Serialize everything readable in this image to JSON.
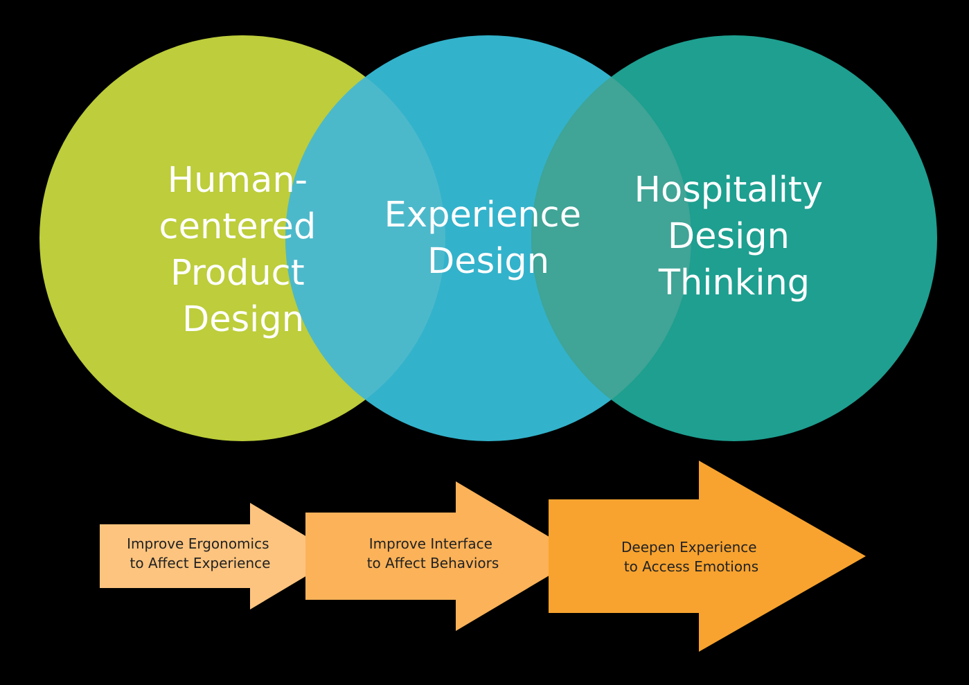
{
  "colors": {
    "background": "#000000",
    "circle_left": "#bdcd3b",
    "circle_middle": "#33b2cb",
    "circle_right": "#1e9f90",
    "overlap_left_middle": "#4cb9cb",
    "overlap_middle_right": "#40a496",
    "arrow_1": "#fdc47f",
    "arrow_2": "#fbb259",
    "arrow_3": "#f8a32f",
    "circle_text": "#ffffff",
    "arrow_text": "#222222"
  },
  "circles": [
    {
      "id": "human-centered",
      "lines": [
        "Human-",
        "centered",
        "Product",
        "Design"
      ]
    },
    {
      "id": "experience",
      "lines": [
        "Experience",
        "Design"
      ]
    },
    {
      "id": "hospitality",
      "lines": [
        "Hospitality",
        "Design",
        "Thinking"
      ]
    }
  ],
  "arrows": [
    {
      "id": "ergonomics",
      "lines": [
        "Improve Ergonomics",
        "to Affect Experience"
      ]
    },
    {
      "id": "interface",
      "lines": [
        "Improve Interface",
        "to Affect Behaviors"
      ]
    },
    {
      "id": "emotions",
      "lines": [
        "Deepen Experience",
        "to Access Emotions"
      ]
    }
  ]
}
